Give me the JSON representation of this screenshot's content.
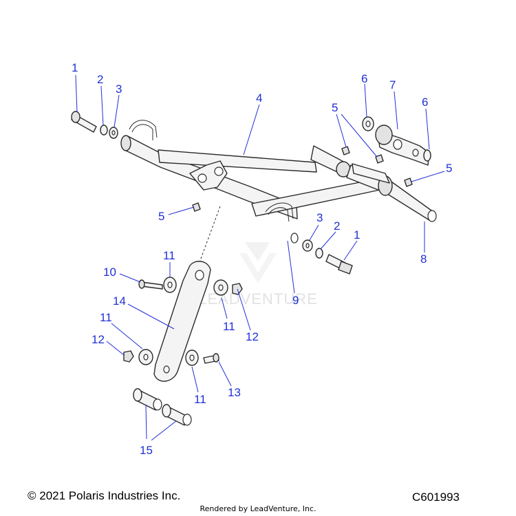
{
  "callouts": [
    "1",
    "2",
    "3",
    "4",
    "5",
    "5",
    "6",
    "7",
    "6",
    "5",
    "5",
    "3",
    "2",
    "1",
    "8",
    "9",
    "11",
    "10",
    "11",
    "14",
    "11",
    "12",
    "11",
    "12",
    "13",
    "11",
    "15"
  ],
  "watermark": "LEADVENTURE",
  "copyright": "© 2021 Polaris Industries Inc.",
  "diagram_code": "C601993",
  "rendered_by": "Rendered by LeadVenture, Inc."
}
